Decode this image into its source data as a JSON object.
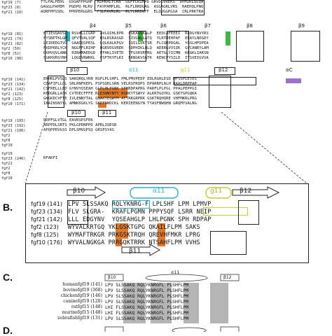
{
  "panel_labels": {
    "b": "B.",
    "c": "C.",
    "d": "D."
  },
  "panelA": {
    "top_rows": [
      {
        "label": "fgf19 (7)",
        "seq": "TTLPALPEDG  GSGAFPPGHF  KDPKRLYCKN  GGFFLRIHPD GRVDGVREKS  DPHIKLQLQA"
      },
      {
        "label": "fgf23 (8)",
        "seq": "GAGGLPAPEM  PGDPQ-HLRV  FAYPAMPLRL  RLFLRRDGAG  ASGAGRLVRS  RAEHQLPNQ"
      },
      {
        "label": "fgf21 (10)",
        "seq": "AQRPPPSSDL  PPRPERGGRS  FSLPAVRLRL  RLYLRRDGFF  ELQVGGPGSA  CRLPRKTRA"
      }
    ],
    "ss_row1": [
      "β4",
      "β5",
      "β6",
      "β7",
      "β8",
      "β9"
    ],
    "mid_rows": [
      {
        "label": "fgf19 (81)",
        "seq": "ETIEVQAVSL  RSVALLCGRP  AVLQIHLEPR  PGKASGKALP  EEDCAFEEEI  RLDGYNVYRS"
      },
      {
        "label": "fgf23 (74)",
        "seq": "FYSNPTKLGM  QFVTVALSQF  RSLRSKASGD  SIVGNLLATQ  YLRTDEHPAF  EEAYLNDGDY"
      },
      {
        "label": "fgf21 (82)",
        "seq": "LEIREDGTVG  GAADQSPESL  LQLKALKPGV  IQILGVKTSR  FLCQRPDGAL  YGSLHFDPEA"
      },
      {
        "label": "fgf2 (50)",
        "seq": "FKDPKRLYCK  NGGFFLRIHP  DGRVDGVREK  SDPHIKLQLQ  AEERGVVSIK  GVCANRYLAM"
      },
      {
        "label": "fgf8 (52)",
        "seq": "GKHVQVLANK  RINAMAEDGD  PFAKLIVETD  TFGSRVRVRG  AETGLYICMN  KKGKLIAKSN"
      },
      {
        "label": "fgf10 (98)",
        "seq": "SGKHVRSYNH  LQGDVRWRKL  FSFTKYFLKI  EKNGKVSGTK  KENCPYSILE  ITSVEIGVVA"
      }
    ],
    "ss_row2": [
      "β10",
      "α11",
      "g11",
      "β12",
      "αC"
    ],
    "bot_rows": [
      {
        "label": "fgf19 (141)",
        "seq": "EKHRLPVSLS SAKQRQLYKN RGFLPLSHFL PMLPMVPEEP EDLRGHLESD MFSSPLETDS"
      },
      {
        "label": "fgf23 (134)",
        "seq": "CDAFIFLLGL SRLRNFKEPL PSPSQDLSRN VELRSFRQPS DPARRPLALH RAALDRPPAP"
      },
      {
        "label": "fgf21 (142)",
        "seq": "CSFRELLLED GYNVYQSEAH GLPLHLPGNK SPHRDPAPRG PARFLPLPGL PPALPEPPGI"
      },
      {
        "label": "fgf2 (123)",
        "seq": "KEDGRLLASK CVTDECFFFE RLESNNYNTY RSRKYTSWYV ALKRTGQYKL GSKTGPGQKA"
      },
      {
        "label": "fgf8 (125)",
        "seq": "GKGKDCVFTE IVLENNYTAL QNAKYEGWYM AFTRKGRPRK GSKTRQHQRE VHFMKRLPRG"
      },
      {
        "label": "fgf10 (171)",
        "seq": "IKAINSNYYL AMNKKGKLYG SKEFNNDCKL KERIEENGYN TYASFNWQHN GRQMYVALNG"
      }
    ],
    "ss_row3": [
      "β10",
      "β11"
    ],
    "tail_rows": [
      {
        "label": "fgf19 (195)",
        "seq": "QDPFGLVTGL EAVRSPSFEK"
      },
      {
        "label": "fgf23 (192)",
        "seq": "ARPPDLSRTS PKLGPDNPPD APRLIQESR"
      },
      {
        "label": "fgf21 (196)",
        "seq": "APQPPDVGSS DPLSMVGPSQ GRSPSYAS"
      }
    ],
    "tail_labels": [
      "fgf2",
      "fgf8",
      "fgf10"
    ],
    "tail2_rows": [
      {
        "label": "fgf19",
        "seq": ""
      },
      {
        "label": "fgf23 (246)",
        "seq": "RFAKFI"
      },
      {
        "label": "fgf21",
        "seq": ""
      },
      {
        "label": "fgf2",
        "seq": ""
      },
      {
        "label": "fgf8",
        "seq": ""
      },
      {
        "label": "fgf10",
        "seq": ""
      }
    ]
  },
  "panelB": {
    "ss_top": {
      "b10": "β10",
      "a11": "α11",
      "g11": "g11",
      "b12": "β12"
    },
    "ss_bottom": {
      "b11": "β11"
    },
    "rows": [
      {
        "label": "fgf19 (141)",
        "seq": "LPV SLSSAKQ RQLYKNRG-F LPLSHF LPM LPMVP"
      },
      {
        "label": "fgf23 (134)",
        "seq": "FLV SLGRA-  KRAFLPGMN PPPYSQF LSRR NEIP"
      },
      {
        "label": "fgf21 (142)",
        "seq": "LLL EDGYNV  YQSEAHGLP LHLPGNK SPH RDPAP"
      },
      {
        "label": "fgf2 (123)",
        "seq": "WYVALKRTGQ YKLGSKTGPG QKAILFLPM SAKS"
      },
      {
        "label": "fgf8 (125)",
        "seq": "WYMAFTRKGR PRKGSKTRQH QREVHFMKR LPRG"
      },
      {
        "label": "fgf10 (176)",
        "seq": "WYVALNGKGA PRRGQKTRRK NTSAHFLPM VVHS"
      }
    ]
  },
  "panelC": {
    "ss": {
      "b10": "β10",
      "a11": "α11",
      "b12": "β12"
    },
    "rows": [
      {
        "label": "humanfgf19 (141)",
        "seq": "LPV SLSSAKQ RQLYKNRGFL PLSHFLPM"
      },
      {
        "label": "bovinefgf19 (368)",
        "seq": "LPV SLSSAKQ RQLYKNRGFL PLSHFLPM"
      },
      {
        "label": "chickenfgf19 (146)",
        "seq": "LPV SLSSAKQ RQLYKNRGFL PLSHFLPM"
      },
      {
        "label": "caninefgf19 (120)",
        "seq": "LPV SLSSAKQ RQLYKNRGFL PLSHFLPM"
      },
      {
        "label": "ratfgf15 (148)",
        "seq": "LHI FLSSAKQ RQLYKNRGFL PLSHFLPM"
      },
      {
        "label": "murinefgf15 (148)",
        "seq": "LHI FLSSAKQ RQLYKNRGFL PLSHFLPM"
      },
      {
        "label": "zebrafishfgf19 (131)",
        "seq": "LPV SLSSAKQ RQLYKNRGFL PLSHFLPM"
      }
    ]
  }
}
